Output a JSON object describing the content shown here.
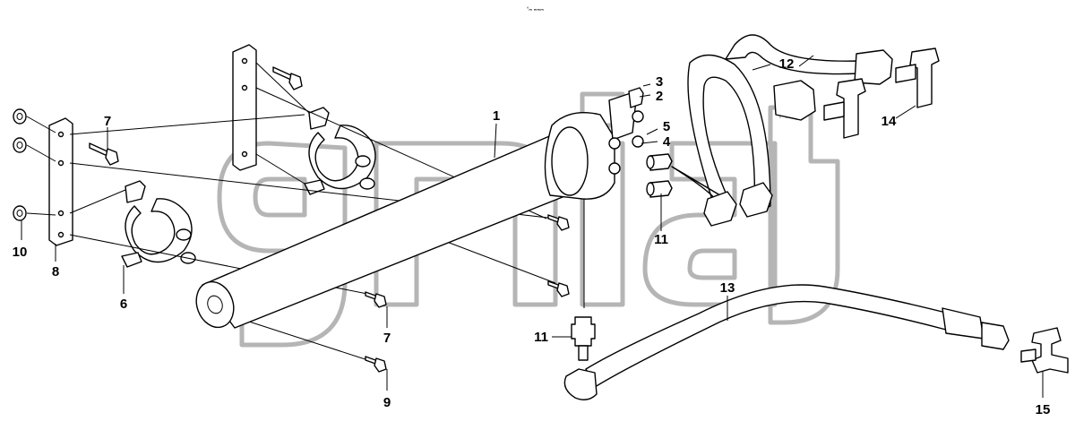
{
  "diagram": {
    "header_mark": "°ₘ ₘₘₘ",
    "watermark_tm": "TM",
    "callouts": [
      {
        "id": "c1",
        "text": "1"
      },
      {
        "id": "c2",
        "text": "2"
      },
      {
        "id": "c3",
        "text": "3"
      },
      {
        "id": "c4",
        "text": "4"
      },
      {
        "id": "c5",
        "text": "5"
      },
      {
        "id": "c6",
        "text": "6"
      },
      {
        "id": "c7a",
        "text": "7"
      },
      {
        "id": "c7b",
        "text": "7"
      },
      {
        "id": "c8",
        "text": "8"
      },
      {
        "id": "c9",
        "text": "9"
      },
      {
        "id": "c10",
        "text": "10"
      },
      {
        "id": "c11a",
        "text": "11"
      },
      {
        "id": "c11b",
        "text": "11"
      },
      {
        "id": "c12",
        "text": "12"
      },
      {
        "id": "c13",
        "text": "13"
      },
      {
        "id": "c14",
        "text": "14"
      },
      {
        "id": "c15",
        "text": "15"
      }
    ]
  }
}
